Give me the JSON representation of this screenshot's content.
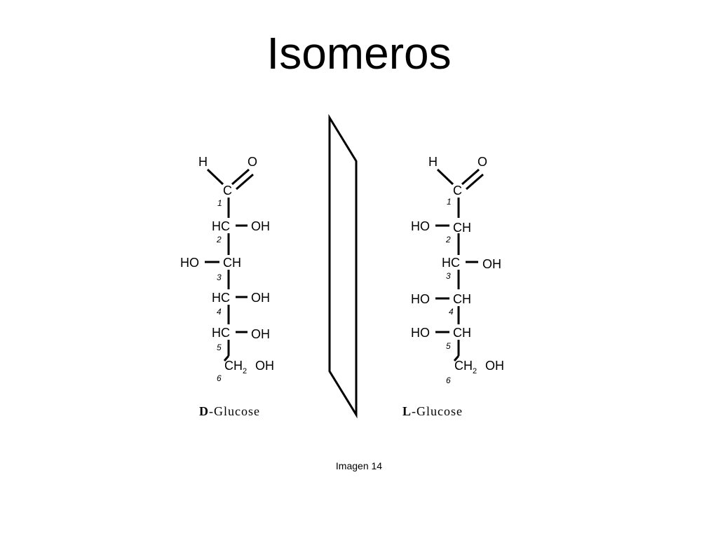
{
  "slide": {
    "title": "Isomeros",
    "caption": "Imagen 14"
  },
  "d_glucose": {
    "name_letter": "D",
    "name_rest": "-Glucose",
    "aldehyde_h": "H",
    "aldehyde_o": "O",
    "c1": "C",
    "n1": "1",
    "c2": "HC",
    "c2_oh": "OH",
    "n2": "2",
    "c3_ho": "HO",
    "c3": "CH",
    "n3": "3",
    "c4": "HC",
    "c4_oh": "OH",
    "n4": "4",
    "c5": "HC",
    "c5_oh": "OH",
    "n5": "5",
    "c6_ch": "CH",
    "c6_sub": "2",
    "c6_oh": "OH",
    "n6": "6"
  },
  "l_glucose": {
    "name_letter": "L",
    "name_rest": "-Glucose",
    "aldehyde_h": "H",
    "aldehyde_o": "O",
    "c1": "C",
    "n1": "1",
    "c2_ho": "HO",
    "c2": "CH",
    "n2": "2",
    "c3": "HC",
    "c3_oh": "OH",
    "n3": "3",
    "c4_ho": "HO",
    "c4": "CH",
    "n4": "4",
    "c5_ho": "HO",
    "c5": "CH",
    "n5": "5",
    "c6_ch": "CH",
    "c6_sub": "2",
    "c6_oh": "OH",
    "n6": "6"
  }
}
